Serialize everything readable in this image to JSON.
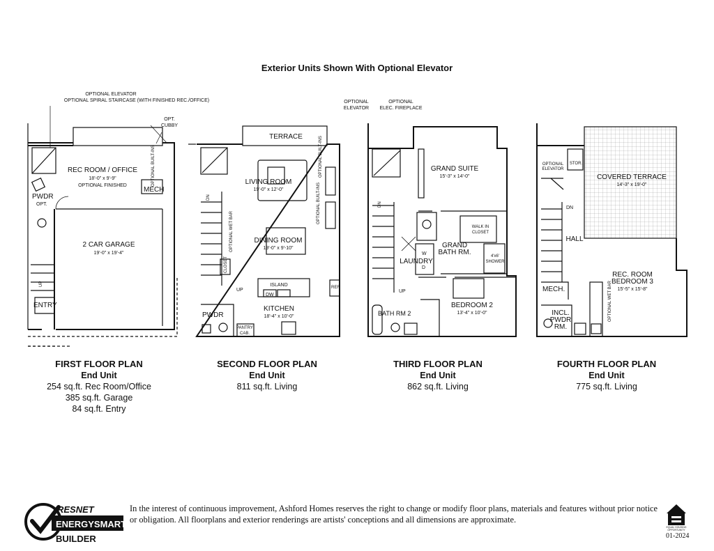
{
  "sheet_title": "Exterior Units Shown With Optional Elevator",
  "plans": [
    {
      "title": "FIRST FLOOR PLAN",
      "unit": "End Unit",
      "areas": [
        "254 sq.ft. Rec Room/Office",
        "385 sq.ft. Garage",
        "84 sq.ft. Entry"
      ],
      "callouts": [
        "OPTIONAL ELEVATOR",
        "OPTIONAL SPIRAL STAIRCASE (WITH FINISHED REC./OFFICE)",
        "OPT.",
        "CUBBY"
      ],
      "rooms": {
        "rec_room": "REC ROOM / OFFICE",
        "rec_dim": "18'-0\" x 9'-9\"",
        "rec_note": "OPTIONAL FINISHED",
        "builtins": "OPTIONAL BUILT-INS",
        "mech": "MECH",
        "pwdr": "PWDR",
        "pwdr_opt": "OPT.",
        "garage": "2 CAR GARAGE",
        "garage_dim": "19'-0\" x 19'-4\"",
        "up": "UP",
        "entry": "ENTRY"
      }
    },
    {
      "title": "SECOND FLOOR PLAN",
      "unit": "End Unit",
      "areas": [
        "811 sq.ft. Living"
      ],
      "rooms": {
        "terrace": "TERRACE",
        "living": "LIVING ROOM",
        "living_dim": "19'-0\" x 12'-0\"",
        "builtins_top": "OPTIONAL BUILT-INS",
        "builtins_mid": "OPTIONAL BUILT-INS",
        "dn": "DN",
        "wetbar": "OPTIONAL WET BAR",
        "dining": "DINING ROOM",
        "dining_dim": "19'-0\" x 9'-10\"",
        "closet": "CLOSET",
        "island": "ISLAND",
        "dw": "DW",
        "up": "UP",
        "ref": "REF.",
        "kitchen": "KITCHEN",
        "kitchen_dim": "18'-4\" x 10'-0\"",
        "pwdr": "PWDR",
        "pantry": "PANTRY",
        "cab": "CAB."
      }
    },
    {
      "title": "THIRD FLOOR PLAN",
      "unit": "End Unit",
      "areas": [
        "862 sq.ft. Living"
      ],
      "callouts": [
        "OPTIONAL",
        "ELEVATOR",
        "OPTIONAL",
        "ELEC. FIREPLACE"
      ],
      "rooms": {
        "suite": "GRAND SUITE",
        "suite_dim": "15'-3\" x 14'-0\"",
        "dn": "DN",
        "walkin1": "WALK IN",
        "walkin2": "CLOSET",
        "grand1": "GRAND",
        "grand2": "BATH RM.",
        "w": "W",
        "d": "D",
        "laundry": "LAUNDRY",
        "shower1": "4'x6'",
        "shower2": "SHOWER",
        "up": "UP",
        "bath2": "BATH RM 2",
        "bed2": "BEDROOM 2",
        "bed2_dim": "13'-4\" x 10'-0\""
      }
    },
    {
      "title": "FOURTH FLOOR PLAN",
      "unit": "End Unit",
      "areas": [
        "775 sq.ft. Living"
      ],
      "rooms": {
        "elev1": "OPTIONAL",
        "elev2": "ELEVATOR",
        "stor": "STOR.",
        "covered": "COVERED TERRACE",
        "covered_dim": "14'-3\" x 19'-0\"",
        "dn": "DN",
        "hall": "HALL",
        "rec1": "REC. ROOM",
        "rec2": "BEDROOM 3",
        "rec_dim": "15'-5\" x 15'-8\"",
        "mech": "MECH.",
        "wetbar": "OPTIONAL WET BAR",
        "incl": "INCL.",
        "pwdr": "PWDR",
        "rm": "RM."
      }
    }
  ],
  "logo": {
    "top": "RESNET",
    "middle": "ENERGYSMART",
    "bottom": "BUILDER"
  },
  "disclaimer": "In the interest of continuous improvement, Ashford Homes reserves the right to change or modify floor plans, materials and features without prior notice or obligation.  All floorplans and exterior renderings are artists' conceptions and all dimensions are approximate.",
  "equal_housing": {
    "line1": "EQUAL HOUSING",
    "line2": "OPPORTUNITY"
  },
  "date_code": "01-2024"
}
